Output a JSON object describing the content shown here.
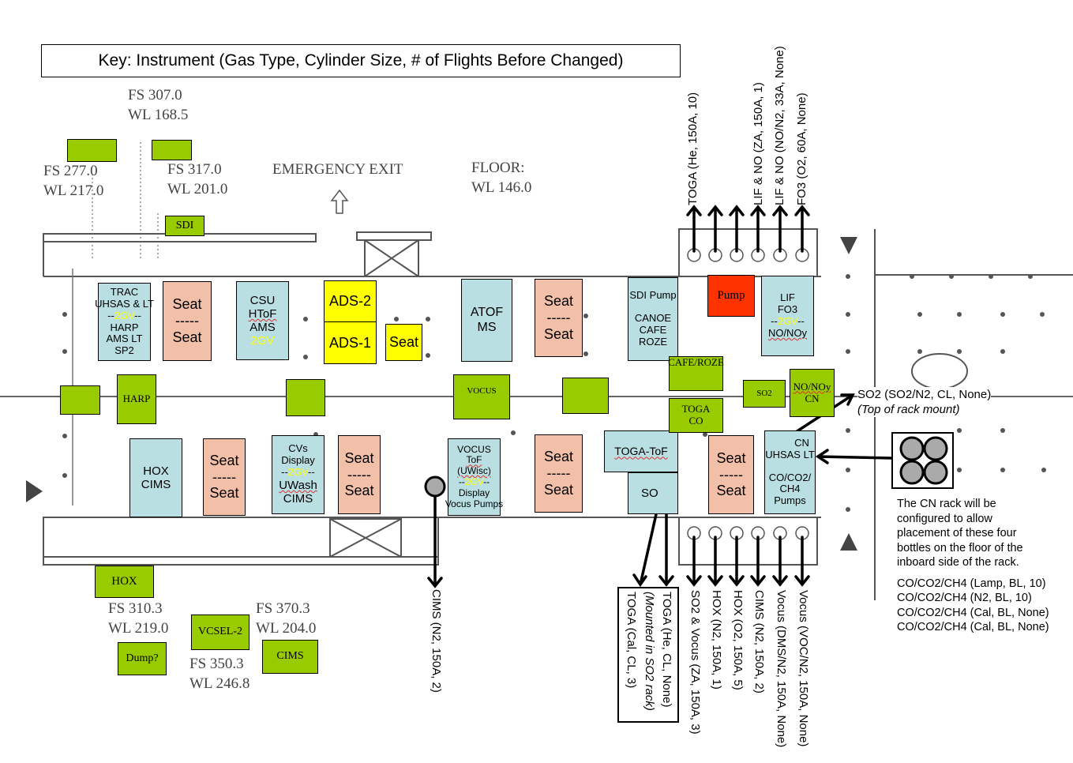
{
  "key_title": "Key: Instrument (Gas Type, Cylinder Size, # of Flights Before Changed)",
  "floor_labels": {
    "fs307": [
      "FS 307.0",
      "WL 168.5"
    ],
    "fs277": [
      "FS 277.0",
      "WL 217.0"
    ],
    "fs317": [
      "FS 317.0",
      "WL 201.0"
    ],
    "emergency_exit": "EMERGENCY EXIT",
    "floor": [
      "FLOOR:",
      "WL 146.0"
    ],
    "fs310": [
      "FS 310.3",
      "WL 219.0"
    ],
    "fs350": [
      "FS 350.3",
      "WL 246.8"
    ],
    "fs370": [
      "FS 370.3",
      "WL 204.0"
    ]
  },
  "racks_top": {
    "trac": {
      "l1": "TRAC",
      "l2": "UHSAS & LT",
      "gv": "2GV",
      "l4": "HARP",
      "l5": "AMS LT",
      "l6": "SP2"
    },
    "seat1": {
      "top": "Seat",
      "sep": "-----",
      "bottom": "Seat"
    },
    "csu": {
      "l1": "CSU",
      "l2": "HToF",
      "l3": "AMS",
      "gv": "2GV"
    },
    "ads2": "ADS-2",
    "ads1": "ADS-1",
    "seat_yellow": "Seat",
    "atof": {
      "l1": "ATOF",
      "l2": "MS"
    },
    "seat2": {
      "top": "Seat",
      "sep": "-----",
      "bottom": "Seat"
    },
    "sdi_pump": {
      "l1": "SDI Pump",
      "l2": "CANOE",
      "l3": "CAFE",
      "l4": "ROZE"
    },
    "pump": "Pump",
    "lif": {
      "l1": "LIF",
      "l2": "FO3",
      "gv": "2GV",
      "l4": "NO/NOy"
    }
  },
  "racks_bottom": {
    "hox_cims": {
      "l1": "HOX",
      "l2": "CIMS"
    },
    "seat3": {
      "top": "Seat",
      "sep": "-----",
      "bottom": "Seat"
    },
    "cvs": {
      "l1": "CVs",
      "l2": "Display",
      "gv": "2GV",
      "l4": "UWash",
      "l5": "CIMS"
    },
    "seat4": {
      "top": "Seat",
      "sep": "-----",
      "bottom": "Seat"
    },
    "vocus": {
      "l1": "VOCUS",
      "l2": "ToF",
      "l3": "(UWisc)",
      "gv": "2GV",
      "l5": "Display",
      "l6": "Vocus Pumps"
    },
    "seat5": {
      "top": "Seat",
      "sep": "-----",
      "bottom": "Seat"
    },
    "toga_tof": "TOGA-ToF",
    "so2_rack": "SO",
    "seat6": {
      "top": "Seat",
      "sep": "-----",
      "bottom": "Seat"
    },
    "cn": {
      "l1": "CN",
      "l2": "UHSAS LT",
      "l3": "CO/CO2/",
      "l4": "CH4",
      "l5": "Pumps"
    }
  },
  "green_labels": {
    "sdi": "SDI",
    "harp": "HARP",
    "vocus": "VOCUS",
    "cafe_roze": "CAFE/ROZE",
    "toga_co": [
      "TOGA",
      "CO"
    ],
    "so2": "SO2",
    "nonoy_cn": [
      "NO/NOy",
      "CN"
    ],
    "hox": "HOX",
    "dump": "Dump?",
    "vcsel": "VCSEL-2",
    "cims": "CIMS"
  },
  "top_cylinders": [
    "TOGA (He, 150A, 10)",
    "LIF & NO (ZA, 150A, 1)",
    "LIF & NO (NO/N2, 33A, None)",
    "FO3 (O2, 60A, None)"
  ],
  "bottom_cylinders": [
    "SO2 & Vocus (ZA, 150A, 3)",
    "HOX (N2, 150A, 1)",
    "HOX (O2, 150A, 5)",
    "CIMS (N2, 150A, 2)",
    "Vocus (DMS/N2, 150A, None)",
    "Vocus (VOC/N2, 150A, None)"
  ],
  "toga_box": {
    "l1": "TOGA (He, CL, None)",
    "l2": "(Mounted in SO2 rack)",
    "l3": "TOGA (Cal, CL, 3)"
  },
  "cims_cylinder": "CIMS (N2, 150A, 2)",
  "so2_note": {
    "l1": "SO2 (SO2/N2, CL, None)",
    "l2": "(Top of rack mount)"
  },
  "cn_note": {
    "paragraph": [
      "The CN rack will be",
      "configured to allow",
      "placement of these four",
      "bottles on the floor of the",
      "inboard side of the rack."
    ],
    "bottles": [
      "CO/CO2/CH4 (Lamp, BL, 10)",
      "CO/CO2/CH4 (N2, BL, 10)",
      "CO/CO2/CH4 (Cal, BL, None)",
      "CO/CO2/CH4 (Cal, BL, None)"
    ]
  },
  "colors": {
    "instrument_rack": "#b9dfe2",
    "seat": "#f2bfa8",
    "ads": "#ffff00",
    "cylinder_location": "#99cc00",
    "pump": "#ff3300",
    "gv_text": "#ffff00"
  }
}
